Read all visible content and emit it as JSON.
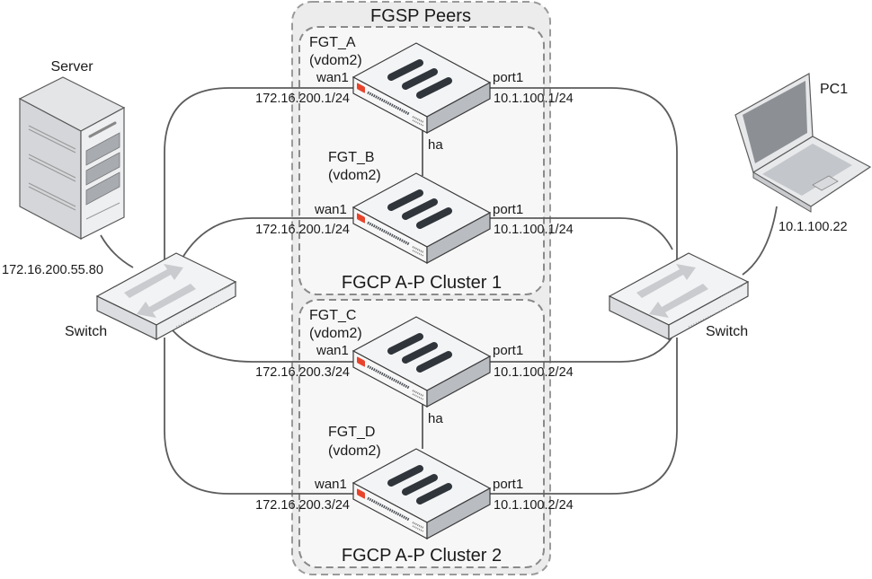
{
  "groups": {
    "fgsp": {
      "title": "FGSP Peers"
    },
    "cluster1": {
      "title": "FGCP A-P Cluster 1"
    },
    "cluster2": {
      "title": "FGCP A-P Cluster 2"
    }
  },
  "devices": {
    "server": {
      "label": "Server",
      "ip": "172.16.200.55.80"
    },
    "pc1": {
      "label": "PC1",
      "ip": "10.1.100.22"
    },
    "switch_left": {
      "label": "Switch"
    },
    "switch_right": {
      "label": "Switch"
    },
    "firewalls": [
      {
        "name": "FGT_A",
        "vdom": "(vdom2)",
        "wan_port": "wan1",
        "wan_ip": "172.16.200.1/24",
        "lan_port": "port1",
        "lan_ip": "10.1.100.1/24"
      },
      {
        "name": "FGT_B",
        "vdom": "(vdom2)",
        "wan_port": "wan1",
        "wan_ip": "172.16.200.1/24",
        "lan_port": "port1",
        "lan_ip": "10.1.100.1/24"
      },
      {
        "name": "FGT_C",
        "vdom": "(vdom2)",
        "wan_port": "wan1",
        "wan_ip": "172.16.200.3/24",
        "lan_port": "port1",
        "lan_ip": "10.1.100.2/24"
      },
      {
        "name": "FGT_D",
        "vdom": "(vdom2)",
        "wan_port": "wan1",
        "wan_ip": "172.16.200.3/24",
        "lan_port": "port1",
        "lan_ip": "10.1.100.2/24"
      }
    ]
  },
  "links": {
    "ha_label_1": "ha",
    "ha_label_2": "ha"
  },
  "colors": {
    "brand_red": "#e8442c",
    "wire": "#5c5c5c",
    "group_fill": "#ececec",
    "group_border": "#9a9a9a"
  }
}
